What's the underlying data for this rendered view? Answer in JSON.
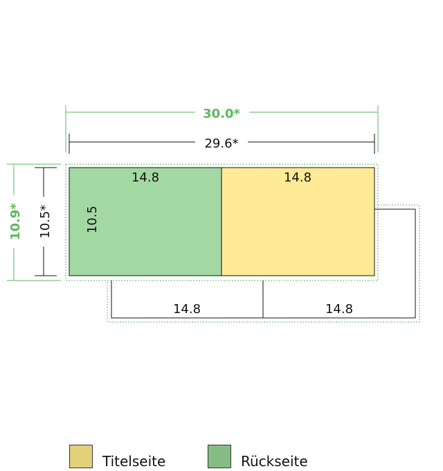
{
  "dimensions": {
    "outer_width": "30.0*",
    "inner_width": "29.6*",
    "outer_height": "10.9*",
    "inner_height": "10.5*"
  },
  "panels": {
    "back_width": "14.8",
    "back_height": "10.5",
    "front_width": "14.8",
    "bottom_left_width": "14.8",
    "bottom_right_width": "14.8"
  },
  "legend": {
    "title_page": {
      "label": "Titelseite",
      "color": "#e3d07a"
    },
    "back_page": {
      "label": "Rückseite",
      "color": "#86bc86"
    }
  },
  "colors": {
    "accent": "#5cb85c",
    "back_fill": "#a3d8a3",
    "front_fill": "#ffea96"
  }
}
